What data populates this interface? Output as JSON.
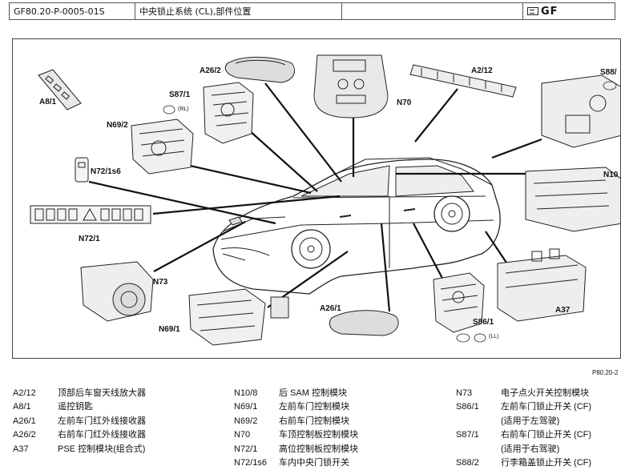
{
  "header": {
    "doc_id": "GF80.20-P-0005-01S",
    "title": "中央锁止系统 (CL),部件位置",
    "gf_label": "GF"
  },
  "diagram": {
    "callouts": {
      "a8_1": "A8/1",
      "a26_2": "A26/2",
      "s87_1": "S87/1",
      "s87_1_note": "(RL)",
      "n69_2": "N69/2",
      "n72_1s6": "N72/1s6",
      "n72_1": "N72/1",
      "n70": "N70",
      "a2_12": "A2/12",
      "s88": "S88/",
      "n10": "N10",
      "n73": "N73",
      "n69_1": "N69/1",
      "a26_1": "A26/1",
      "s86_1": "S86/1",
      "s86_1_note": "(LL)",
      "a37": "A37"
    },
    "ref": "P80.20-2"
  },
  "legend": {
    "col1": [
      {
        "code": "A2/12",
        "desc": "顶部后车窗天线放大器"
      },
      {
        "code": "A8/1",
        "desc": "遥控钥匙"
      },
      {
        "code": "A26/1",
        "desc": "左前车门红外线接收器"
      },
      {
        "code": "A26/2",
        "desc": "右前车门红外线接收器"
      },
      {
        "code": "A37",
        "desc": "PSE 控制模块(组合式)"
      }
    ],
    "col2": [
      {
        "code": "N10/8",
        "desc": "后 SAM 控制模块"
      },
      {
        "code": "N69/1",
        "desc": "左前车门控制模块"
      },
      {
        "code": "N69/2",
        "desc": "右前车门控制模块"
      },
      {
        "code": "N70",
        "desc": "车顶控制板控制模块"
      },
      {
        "code": "N72/1",
        "desc": "高位控制板控制模块"
      },
      {
        "code": "N72/1s6",
        "desc": "车内中央门锁开关"
      }
    ],
    "col3": [
      {
        "code": "N73",
        "desc": "电子点火开关控制模块"
      },
      {
        "code": "S86/1",
        "desc": "左前车门锁止开关 (CF)"
      },
      {
        "code": "",
        "desc": "(适用于左驾驶)"
      },
      {
        "code": "S87/1",
        "desc": "右前车门锁止开关 (CF)"
      },
      {
        "code": "",
        "desc": "(适用于右驾驶)"
      },
      {
        "code": "S88/2",
        "desc": "行李箱盖锁止开关 (CF)"
      }
    ]
  }
}
